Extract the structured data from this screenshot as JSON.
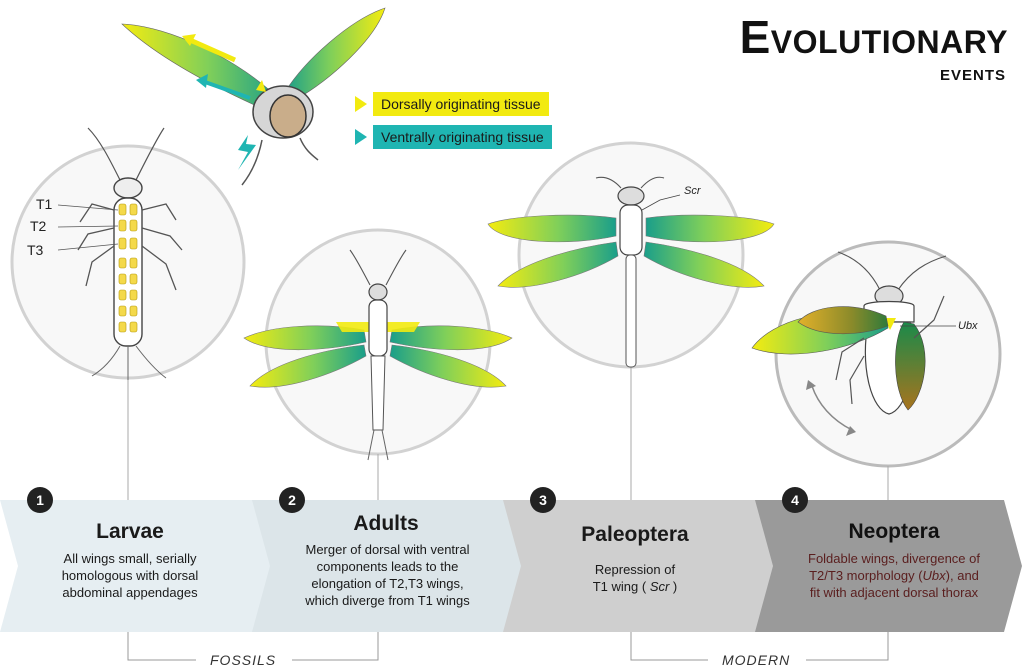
{
  "header": {
    "title": "Evolutionary",
    "subtitle": "events"
  },
  "legend": {
    "dorsal": "Dorsally originating tissue",
    "ventral": "Ventrally originating tissue",
    "dorsal_color": "#f2ea10",
    "ventral_color": "#1fb5b2"
  },
  "labels": {
    "t1": "T1",
    "t2": "T2",
    "t3": "T3",
    "scr": "Scr",
    "ubx": "Ubx"
  },
  "stages": [
    {
      "num": "1",
      "title": "Larvae",
      "desc": [
        "All wings small, serially",
        "homologous with dorsal",
        "abdominal appendages"
      ]
    },
    {
      "num": "2",
      "title": "Adults",
      "desc": [
        "Merger of dorsal with ventral",
        "components leads to the",
        "elongation of T2,T3 wings,",
        "which diverge from T1 wings"
      ]
    },
    {
      "num": "3",
      "title": "Paleoptera",
      "desc_lines": [
        [
          "Repression of"
        ],
        [
          "T1 wing ( ",
          "Scr",
          " )"
        ]
      ]
    },
    {
      "num": "4",
      "title": "Neoptera",
      "desc_lines": [
        [
          "Foldable wings, divergence  of"
        ],
        [
          "T2/T3 morphology (",
          "Ubx",
          "), and"
        ],
        [
          "fit with adjacent dorsal thorax"
        ]
      ]
    }
  ],
  "eras": {
    "fossils": "FOSSILS",
    "modern": "MODERN"
  }
}
